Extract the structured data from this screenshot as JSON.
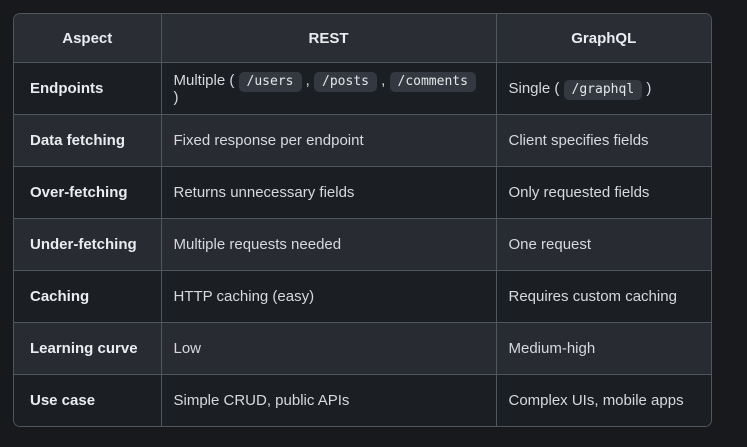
{
  "colors": {
    "page_bg": "#17191d",
    "header_bg": "#2a2d33",
    "row_dark_bg": "#1b1e23",
    "row_light_bg": "#282b31",
    "border": "#4e5660",
    "chip_bg": "#343941",
    "text_bold": "#eaecef",
    "text_body": "#d6d9dd"
  },
  "table": {
    "columns": [
      "Aspect",
      "REST",
      "GraphQL"
    ],
    "rows": [
      {
        "aspect": "Endpoints",
        "rest": {
          "prefix": "Multiple (",
          "chips": [
            "/users",
            "/posts",
            "/comments"
          ],
          "comma": ",",
          "suffix": ")"
        },
        "graphql": {
          "prefix": "Single (",
          "chips": [
            "/graphql"
          ],
          "suffix": ")"
        }
      },
      {
        "aspect": "Data fetching",
        "rest": "Fixed response per endpoint",
        "graphql": "Client specifies fields"
      },
      {
        "aspect": "Over-fetching",
        "rest": "Returns unnecessary fields",
        "graphql": "Only requested fields"
      },
      {
        "aspect": "Under-fetching",
        "rest": "Multiple requests needed",
        "graphql": "One request"
      },
      {
        "aspect": "Caching",
        "rest": "HTTP caching (easy)",
        "graphql": "Requires custom caching"
      },
      {
        "aspect": "Learning curve",
        "rest": "Low",
        "graphql": "Medium-high"
      },
      {
        "aspect": "Use case",
        "rest": "Simple CRUD, public APIs",
        "graphql": "Complex UIs, mobile apps"
      }
    ]
  }
}
